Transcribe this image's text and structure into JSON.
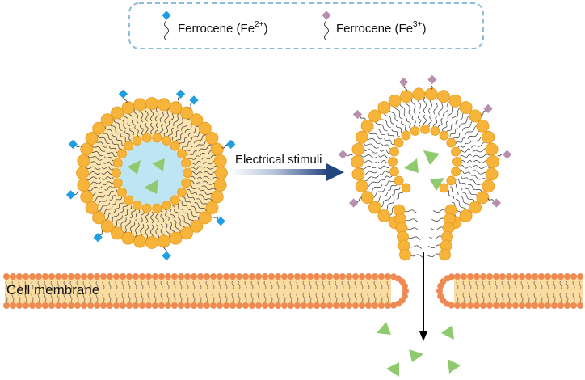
{
  "legend": {
    "items": [
      {
        "prefix": "Ferrocene (Fe",
        "charge": "2+",
        "suffix": ")",
        "color": "#1f9fe0",
        "icon": "ferrocene-fe2-diamond-icon"
      },
      {
        "prefix": "Ferrocene (Fe",
        "charge": "3+",
        "suffix": ")",
        "color": "#b98fb0",
        "icon": "ferrocene-fe3-diamond-icon"
      }
    ]
  },
  "stimulus": {
    "label": "Electrical stimuli"
  },
  "membrane": {
    "label": "Cell membrane"
  },
  "colors": {
    "lipid_head": "#f6b43a",
    "lipid_head_edge": "#e89a1c",
    "bilayer_fill": "#fbe3b2",
    "core": "#bde5f3",
    "cargo": "#8fca6e",
    "membrane_head": "#ee8a52",
    "membrane_fill": "#fbdca0",
    "legend_border": "#8cbcdc",
    "arrow": "#24467e"
  }
}
